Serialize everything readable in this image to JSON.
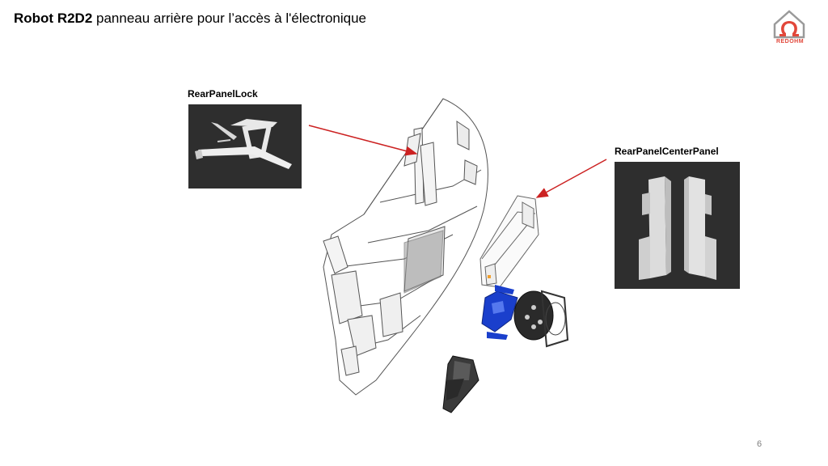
{
  "slide": {
    "title_bold": "Robot R2D2",
    "title_rest": " panneau arrière pour l’accès à l'électronique",
    "page_number": "6"
  },
  "logo": {
    "text": "REDOHM",
    "color": "#e2473a"
  },
  "callouts": [
    {
      "label": "RearPanelLock"
    },
    {
      "label": "RearPanelCenterPanel"
    }
  ],
  "colors": {
    "arrow": "#cc2222",
    "thumb_bg": "#2e2e2e",
    "part_blue": "#1a3fcc",
    "part_dark": "#2a2a2a"
  }
}
